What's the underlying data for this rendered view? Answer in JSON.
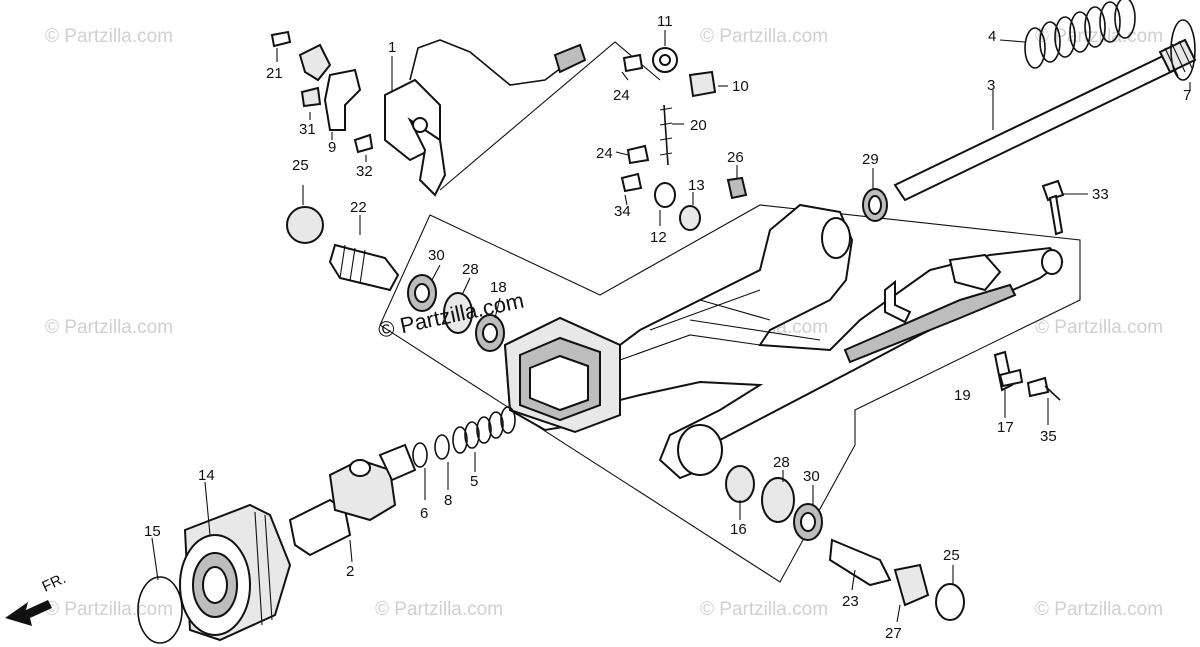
{
  "watermark": {
    "brand": "© Partzilla.com",
    "main": "© Partzilla.com"
  },
  "direction": {
    "label": "FR."
  },
  "callouts": [
    {
      "id": "c1",
      "text": "1"
    },
    {
      "id": "c2",
      "text": "2"
    },
    {
      "id": "c3",
      "text": "3"
    },
    {
      "id": "c4",
      "text": "4"
    },
    {
      "id": "c5",
      "text": "5"
    },
    {
      "id": "c6",
      "text": "6"
    },
    {
      "id": "c7",
      "text": "7"
    },
    {
      "id": "c8",
      "text": "8"
    },
    {
      "id": "c9",
      "text": "9"
    },
    {
      "id": "c10",
      "text": "10"
    },
    {
      "id": "c11",
      "text": "11"
    },
    {
      "id": "c12",
      "text": "12"
    },
    {
      "id": "c13",
      "text": "13"
    },
    {
      "id": "c14",
      "text": "14"
    },
    {
      "id": "c15",
      "text": "15"
    },
    {
      "id": "c16",
      "text": "16"
    },
    {
      "id": "c17",
      "text": "17"
    },
    {
      "id": "c18",
      "text": "18"
    },
    {
      "id": "c19",
      "text": "19"
    },
    {
      "id": "c20",
      "text": "20"
    },
    {
      "id": "c21",
      "text": "21"
    },
    {
      "id": "c22",
      "text": "22"
    },
    {
      "id": "c23",
      "text": "23"
    },
    {
      "id": "c24a",
      "text": "24"
    },
    {
      "id": "c24b",
      "text": "24"
    },
    {
      "id": "c25a",
      "text": "25"
    },
    {
      "id": "c25b",
      "text": "25"
    },
    {
      "id": "c26",
      "text": "26"
    },
    {
      "id": "c27",
      "text": "27"
    },
    {
      "id": "c28a",
      "text": "28"
    },
    {
      "id": "c28b",
      "text": "28"
    },
    {
      "id": "c29",
      "text": "29"
    },
    {
      "id": "c30a",
      "text": "30"
    },
    {
      "id": "c30b",
      "text": "30"
    },
    {
      "id": "c31",
      "text": "31"
    },
    {
      "id": "c32",
      "text": "32"
    },
    {
      "id": "c33",
      "text": "33"
    },
    {
      "id": "c34",
      "text": "34"
    },
    {
      "id": "c35",
      "text": "35"
    }
  ]
}
